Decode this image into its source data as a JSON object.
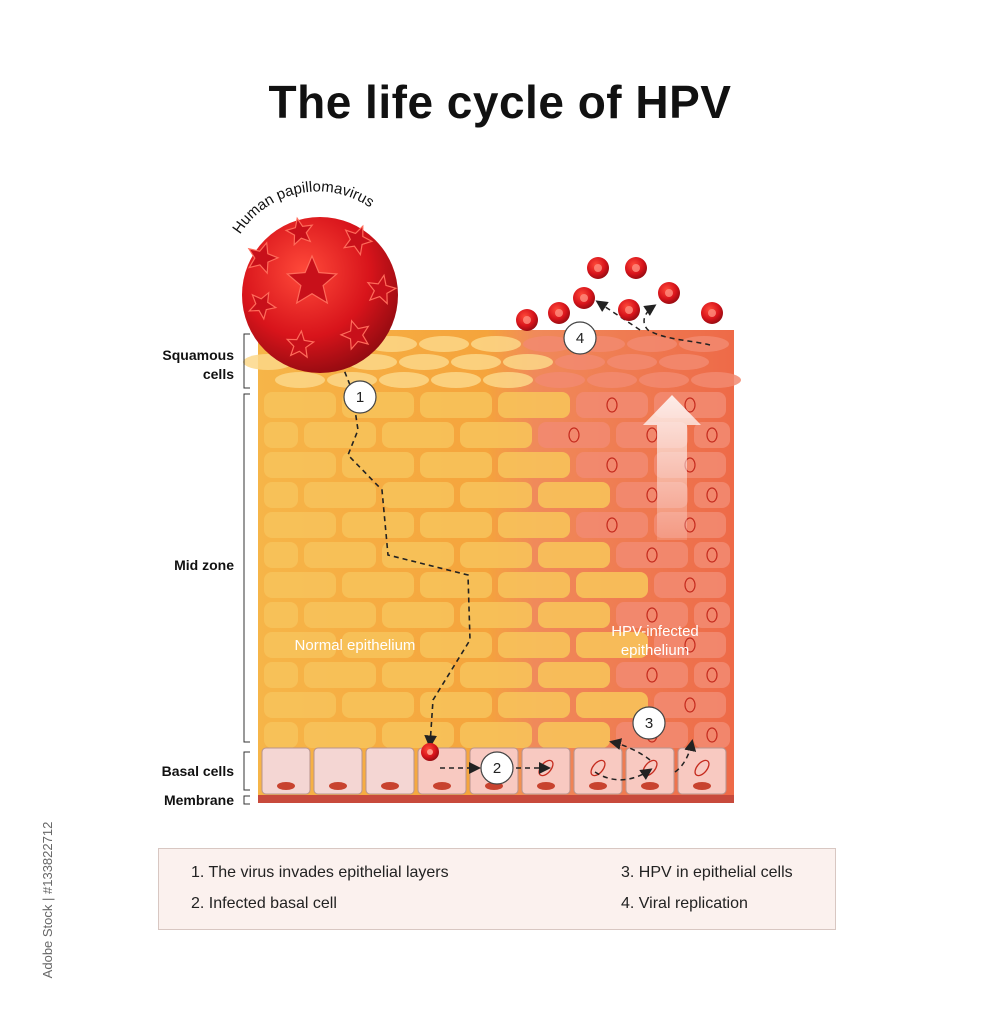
{
  "title": "The life cycle of HPV",
  "virus_label": "Human papillomavirus",
  "layers": {
    "squamous": "Squamous cells",
    "squamous_line1": "Squamous",
    "squamous_line2": "cells",
    "mid": "Mid zone",
    "basal": "Basal cells",
    "membrane": "Membrane"
  },
  "regions": {
    "normal": "Normal epithelium",
    "infected_line1": "HPV-infected",
    "infected_line2": "epithelium"
  },
  "steps": [
    "1",
    "2",
    "3",
    "4"
  ],
  "legend": [
    "1. The virus invades epithelial layers",
    "2. Infected basal cell",
    "3. HPV in epithelial cells",
    "4. Viral replication"
  ],
  "stock_id": "Adobe Stock | #133822712",
  "colors": {
    "normal_cell": "#f7c25a",
    "normal_bg": "#f4ad3c",
    "infected_cell": "#f28a70",
    "infected_bg": "#ee6f4f",
    "virus": "#d8141b",
    "basal_cell": "#f4d6d3"
  }
}
